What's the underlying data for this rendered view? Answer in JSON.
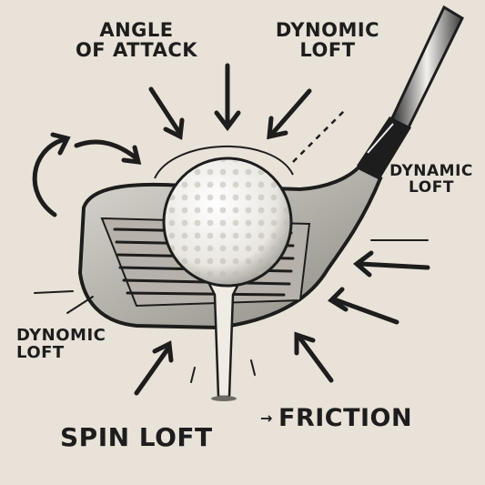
{
  "labels": {
    "angle_of_attack": {
      "line1": "ANGLE",
      "line2": "OF ATTACK"
    },
    "dynomic_loft_top": {
      "line1": "DYNOMIC",
      "line2": "LOFT"
    },
    "dynamic_loft_right": {
      "line1": "DYNAMIC",
      "line2": "LOFT"
    },
    "dynomic_loft_left": {
      "line1": "DYNOMIC",
      "line2": "LOFT"
    },
    "spin_loft": "SPIN LOFT",
    "friction_arrow": "→",
    "friction": "FRICTION"
  },
  "colors": {
    "background": "#e8e2d8",
    "ink": "#1d1d1d",
    "club_head": "#c9c6c0",
    "ball": "#f4f2ee",
    "tee": "#f0ece4"
  }
}
